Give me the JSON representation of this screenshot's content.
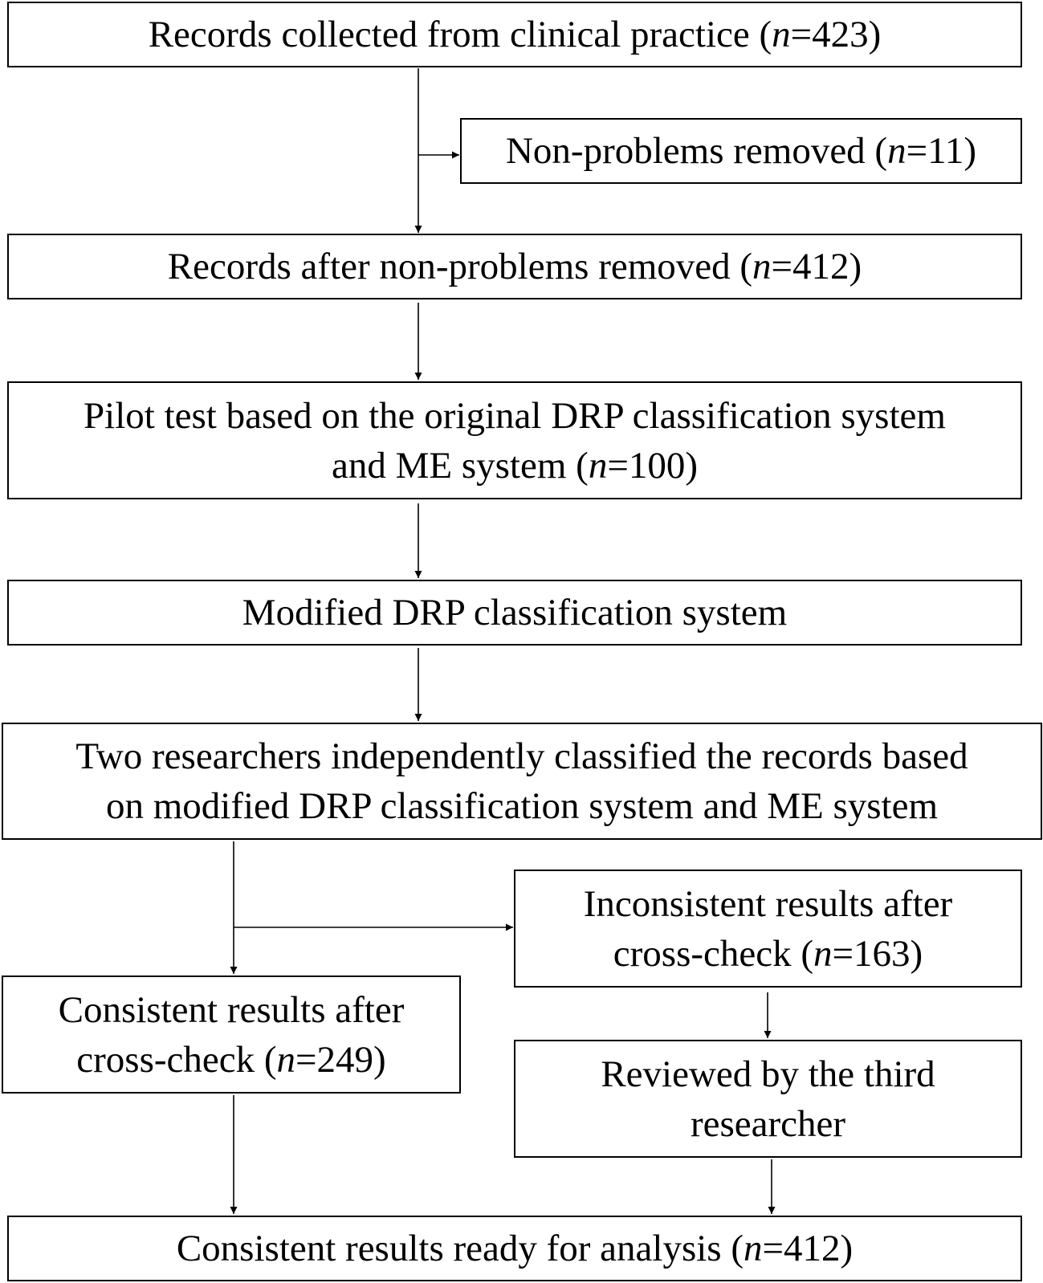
{
  "diagram": {
    "boxes": {
      "records_collected": {
        "prefix": "Records collected from clinical practice (",
        "n_label": "n",
        "suffix": "=423)"
      },
      "non_problems": {
        "prefix": "Non-problems removed (",
        "n_label": "n",
        "suffix": "=11)"
      },
      "after_removed": {
        "prefix": "Records after non-problems removed (",
        "n_label": "n",
        "suffix": "=412)"
      },
      "pilot_test": {
        "line1": "Pilot test based on the original DRP classification system",
        "prefix": "and ME system (",
        "n_label": "n",
        "suffix": "=100)"
      },
      "modified": {
        "line1": "Modified DRP classification system"
      },
      "two_researchers": {
        "line1": "Two researchers independently classified the records based",
        "line2": "on modified DRP classification system and ME system"
      },
      "inconsistent": {
        "line1": "Inconsistent results after",
        "prefix": "cross-check (",
        "n_label": "n",
        "suffix": "=163)"
      },
      "consistent": {
        "line1": "Consistent results after",
        "prefix": "cross-check (",
        "n_label": "n",
        "suffix": "=249)"
      },
      "third_researcher": {
        "line1": "Reviewed by the third",
        "line2": "researcher"
      },
      "final": {
        "prefix": "Consistent results ready for analysis (",
        "n_label": "n",
        "suffix": "=412)"
      }
    }
  }
}
